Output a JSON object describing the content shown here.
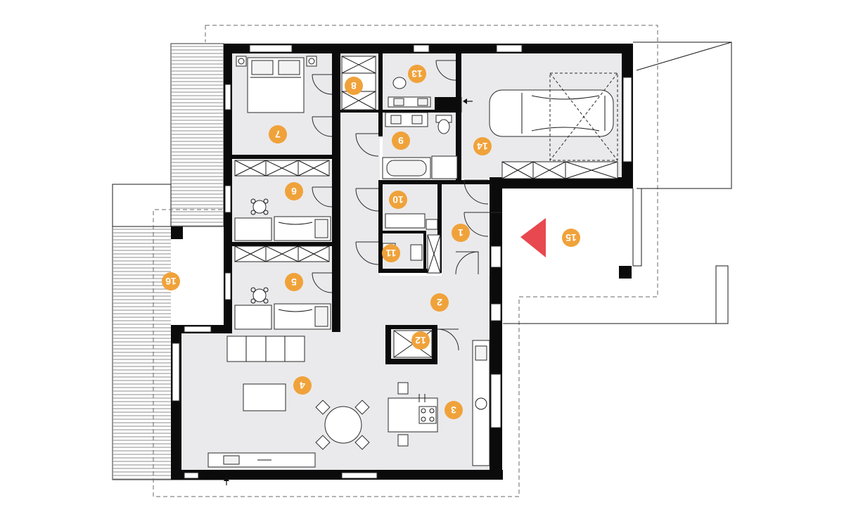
{
  "plan": {
    "title": "",
    "room_markers": [
      {
        "id": "7",
        "label": "7"
      },
      {
        "id": "8",
        "label": "8"
      },
      {
        "id": "13",
        "label": "13"
      },
      {
        "id": "14",
        "label": "14"
      },
      {
        "id": "9",
        "label": "9"
      },
      {
        "id": "6",
        "label": "6"
      },
      {
        "id": "10",
        "label": "10"
      },
      {
        "id": "1",
        "label": "1"
      },
      {
        "id": "15",
        "label": "15"
      },
      {
        "id": "11",
        "label": "11"
      },
      {
        "id": "5",
        "label": "5"
      },
      {
        "id": "16",
        "label": "16"
      },
      {
        "id": "2",
        "label": "2"
      },
      {
        "id": "12",
        "label": "12"
      },
      {
        "id": "4",
        "label": "4"
      },
      {
        "id": "3",
        "label": "3"
      }
    ],
    "colors": {
      "marker": "#f0a23a",
      "north_arrow": "#e8484f",
      "floor": "#eaeaec",
      "wall": "#0b0b0b"
    },
    "icons": [
      "north-arrow-icon",
      "bed-icon",
      "car-icon",
      "bathtub-icon",
      "toilet-icon",
      "sink-icon",
      "cooktop-icon",
      "dining-table-icon",
      "sofa-icon"
    ]
  }
}
